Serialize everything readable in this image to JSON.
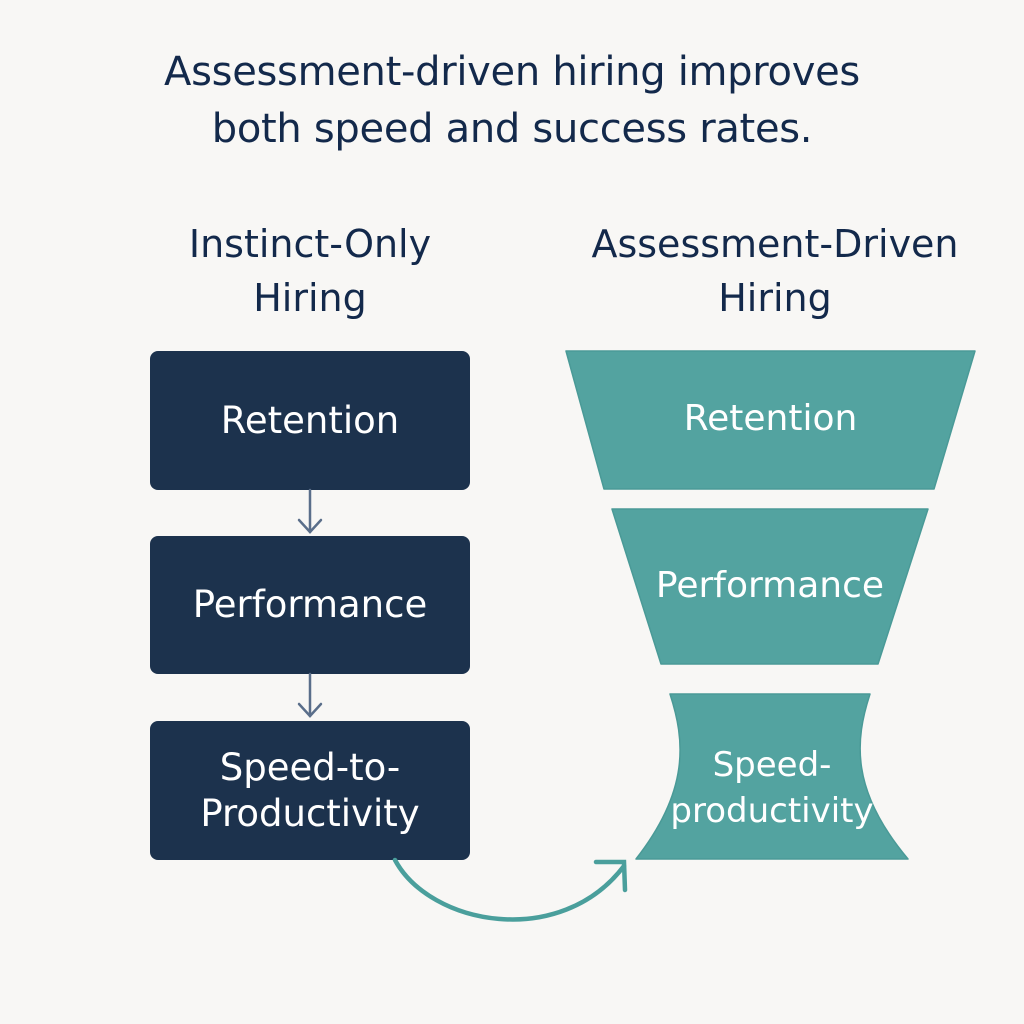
{
  "title": {
    "line1": "Assessment-driven hiring improves",
    "line2": "both speed and success rates."
  },
  "left": {
    "heading_line1": "Instinct-Only",
    "heading_line2": "Hiring",
    "boxes": [
      "Retention",
      "Performance",
      "Speed-to-",
      "Productivity"
    ],
    "color": "#1c324d"
  },
  "right": {
    "heading_line1": "Assessment-Driven",
    "heading_line2": "Hiring",
    "segments": [
      "Retention",
      "Performance",
      "Speed-",
      "productivity"
    ],
    "color": "#53a3a0"
  },
  "colors": {
    "text": "#13294b",
    "background": "#f8f7f5",
    "arrow_gray": "#5a6e8a",
    "curve": "#4a9f9c"
  }
}
